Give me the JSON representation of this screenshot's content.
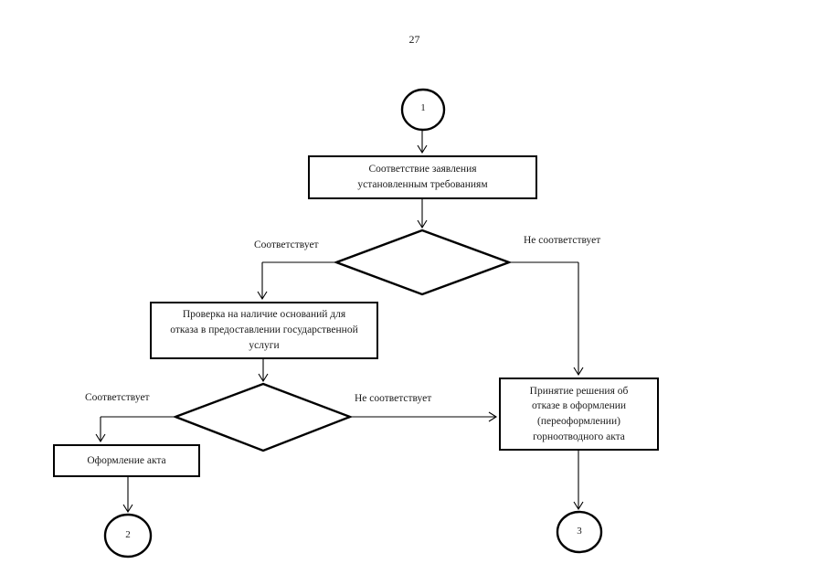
{
  "page": {
    "number": "27"
  },
  "colors": {
    "ink": "#000000",
    "background": "#ffffff"
  },
  "flowchart": {
    "start_circle": {
      "label": "1"
    },
    "end_circle_left": {
      "label": "2"
    },
    "end_circle_right": {
      "label": "3"
    },
    "boxes": {
      "compliance_check": {
        "label": "Соответствие заявления установленным требованиям"
      },
      "grounds_check": {
        "label": "Проверка на наличие оснований для отказа в предоставлении государственной услуги"
      },
      "act_registration": {
        "label": "Оформление акта"
      },
      "refusal_decision": {
        "label": "Принятие решения об отказе в оформлении (переоформлении) горноотводного акта"
      }
    },
    "edge_labels": {
      "decision1_yes": "Соответствует",
      "decision1_no": "Не соответствует",
      "decision2_yes": "Соответствует",
      "decision2_no": "Не соответствует"
    }
  }
}
